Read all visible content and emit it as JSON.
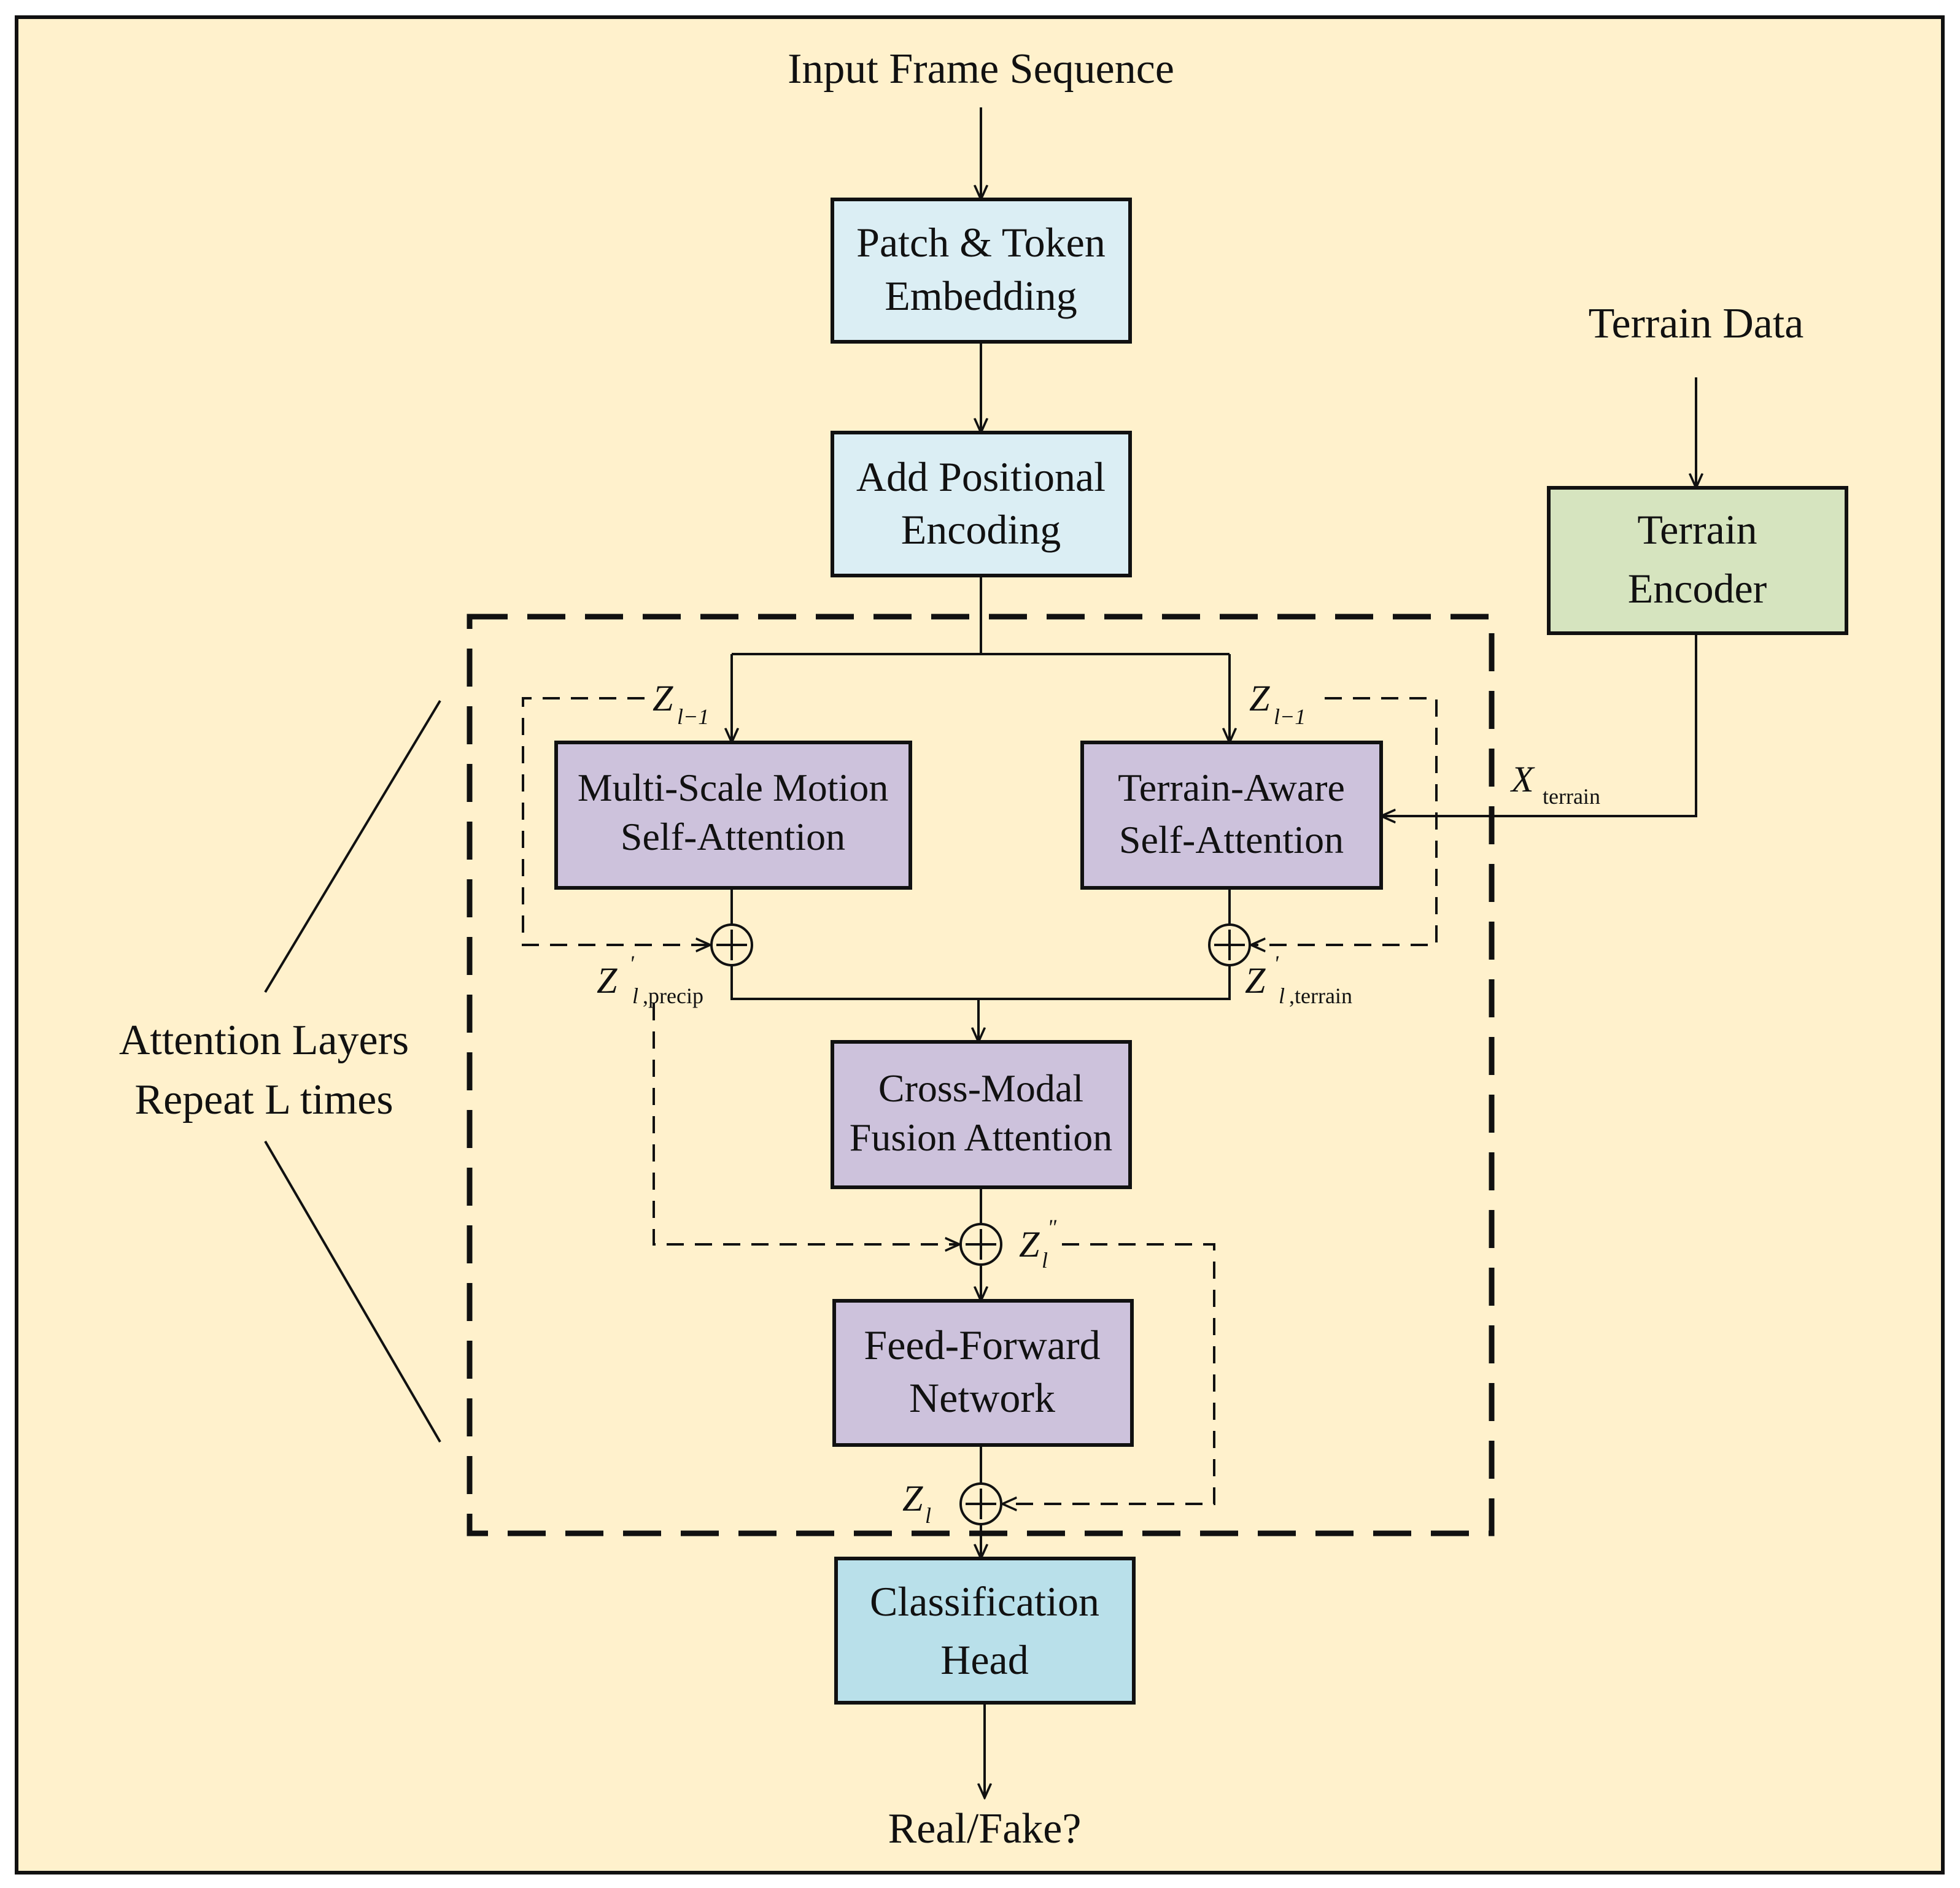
{
  "nodes": {
    "input": "Input Frame Sequence",
    "patch_embed": [
      "Patch & Token",
      "Embedding"
    ],
    "pos_enc": [
      "Add Positional",
      "Encoding"
    ],
    "terrain_data": "Terrain Data",
    "terrain_encoder": [
      "Terrain",
      "Encoder"
    ],
    "msm_attention": [
      "Multi-Scale Motion",
      "Self-Attention"
    ],
    "ta_attention": [
      "Terrain-Aware",
      "Self-Attention"
    ],
    "fusion": [
      "Cross-Modal",
      "Fusion Attention"
    ],
    "ffn": [
      "Feed-Forward",
      "Network"
    ],
    "head": [
      "Classification",
      "Head"
    ],
    "output": "Real/Fake?"
  },
  "repeat_label": [
    "Attention Layers",
    "Repeat L times"
  ],
  "math": {
    "z_prev_left": {
      "base": "Z",
      "sub": "l−1"
    },
    "z_prev_right": {
      "base": "Z",
      "sub": "l−1"
    },
    "x_terrain": {
      "base": "X",
      "sub": "terrain"
    },
    "z_precip": {
      "base": "Z",
      "sup": "'",
      "sub_it": "l",
      "sub_rom": ",precip"
    },
    "z_terrain": {
      "base": "Z",
      "sup": "'",
      "sub_it": "l",
      "sub_rom": ",terrain"
    },
    "z_double": {
      "base": "Z",
      "sup": "\"",
      "sub": "l"
    },
    "z_out": {
      "base": "Z",
      "sub": "l"
    }
  },
  "colors": {
    "background": "#fff1cc",
    "light_blue": "#dbeef4",
    "head_blue": "#b9e0ea",
    "purple": "#cdc2dc",
    "green": "#d6e4bf"
  }
}
